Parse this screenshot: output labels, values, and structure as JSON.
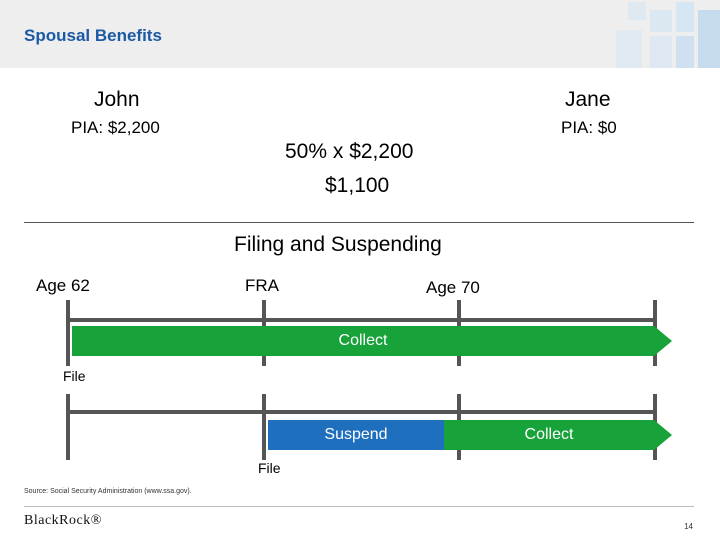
{
  "header": {
    "title": "Spousal Benefits"
  },
  "john": {
    "name": "John",
    "pia": "PIA: $2,200"
  },
  "jane": {
    "name": "Jane",
    "pia": "PIA: $0"
  },
  "calc": {
    "formula": "50% x $2,200",
    "result": "$1,100"
  },
  "section": {
    "title": "Filing and Suspending"
  },
  "ages": {
    "age62": "Age 62",
    "fra": "FRA",
    "age70": "Age 70"
  },
  "timeline1": {
    "bar_label": "Collect",
    "file_label": "File"
  },
  "timeline2": {
    "suspend_label": "Suspend",
    "collect_label": "Collect",
    "file_label": "File"
  },
  "footer": {
    "source": "Source: Social Security Administration (www.ssa.gov).",
    "logo": "BlackRock®",
    "page_number": "14"
  },
  "colors": {
    "title": "#1c5aa6",
    "collect_green": "#17a33a",
    "suspend_blue": "#1f6fbf",
    "timeline_gray": "#555555"
  }
}
